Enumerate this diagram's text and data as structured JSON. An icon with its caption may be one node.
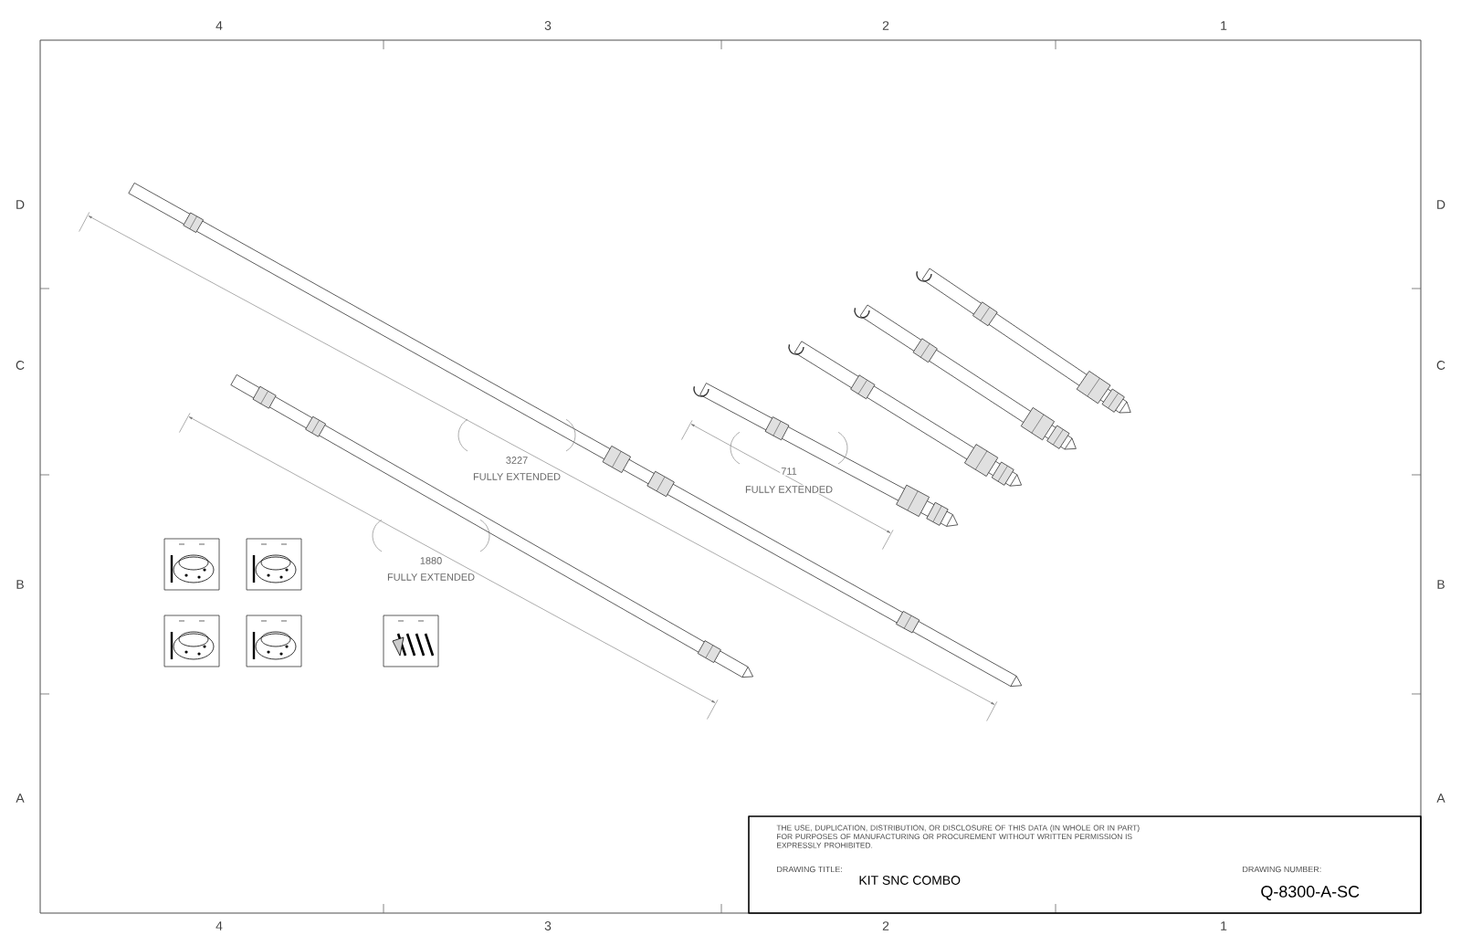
{
  "diagram": {
    "labels": [
      "4",
      "3",
      "2",
      "1",
      "D",
      "D",
      "C",
      "C",
      "3227",
      "FULLY EXTENDED",
      "711",
      "FULLY EXTENDED",
      "B",
      "B",
      "1880",
      "FULLY EXTENDED",
      "A",
      "A",
      "THE USE, DUPLICATION, DISTRIBUTION, OR DISCLOSURE OF THIS DATA (IN WHOLE OR IN PART) FOR PURPOSES OF MANUFACTURING OR PROCUREMENT WITHOUT WRITTEN PERMISSION IS EXPRESSLY PROHIBITED.",
      "DRAWING TITLE:",
      "DRAWING NUMBER:",
      "KIT SNC COMBO",
      "Q-8300-A-SC",
      "4",
      "3",
      "2",
      "1"
    ]
  }
}
